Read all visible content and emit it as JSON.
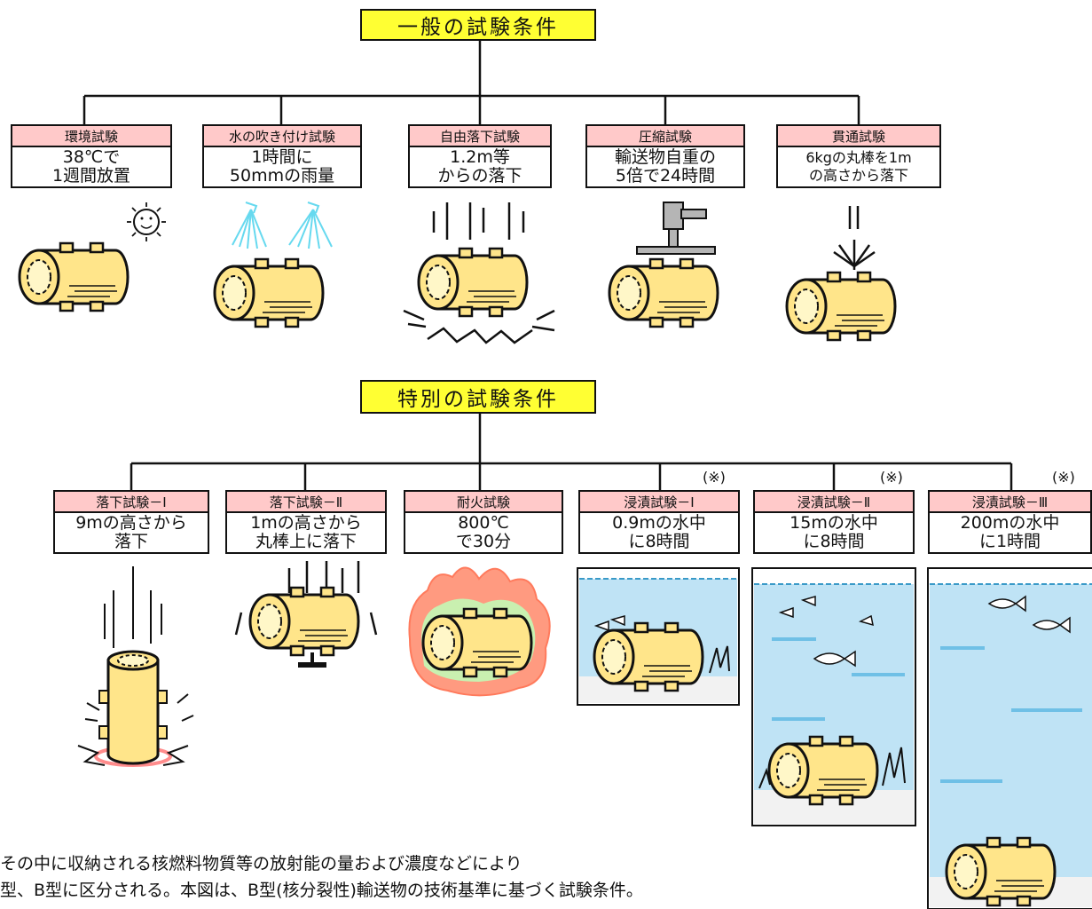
{
  "general": {
    "title": "一般の試験条件",
    "tests": [
      {
        "name": "環境試験",
        "line1": "38℃で",
        "line2": "1週間放置",
        "icon": "sun-icon"
      },
      {
        "name": "水の吹き付け試験",
        "line1": "1時間に",
        "line2": "50mmの雨量",
        "icon": "water-spray-icon"
      },
      {
        "name": "自由落下試験",
        "line1": "1.2m等",
        "line2": "からの落下",
        "icon": "drop-impact-icon"
      },
      {
        "name": "圧縮試験",
        "line1": "輸送物自重の",
        "line2": "5倍で24時間",
        "icon": "press-icon"
      },
      {
        "name": "貫通試験",
        "line1": "6kgの丸棒を1m",
        "line2": "の高さから落下",
        "icon": "rod-penetration-icon"
      }
    ]
  },
  "special": {
    "title": "特別の試験条件",
    "tests": [
      {
        "name": "落下試験－Ⅰ",
        "line1": "9mの高さから",
        "line2": "落下",
        "note": ""
      },
      {
        "name": "落下試験－Ⅱ",
        "line1": "1mの高さから",
        "line2": "丸棒上に落下",
        "note": ""
      },
      {
        "name": "耐火試験",
        "line1": "800℃",
        "line2": "で30分",
        "note": ""
      },
      {
        "name": "浸漬試験－Ⅰ",
        "line1": "0.9mの水中",
        "line2": "に8時間",
        "note": "(※)"
      },
      {
        "name": "浸漬試験－Ⅱ",
        "line1": "15mの水中",
        "line2": "に8時間",
        "note": "(※)"
      },
      {
        "name": "浸漬試験－Ⅲ",
        "line1": "200mの水中",
        "line2": "に1時間",
        "note": "(※)"
      }
    ]
  },
  "footnote": {
    "line1": "その中に収納される核燃料物質等の放射能の量および濃度などにより",
    "line2": "型、B型に区分される。本図は、B型(核分裂性)輸送物の技術基準に基づく試験条件。"
  },
  "colors": {
    "title_fill": "#ffff33",
    "header_fill": "#ffc9c9",
    "cask_fill": "#ffe58a",
    "water": "#bfe3f5",
    "flame_outer": "#ff9a80",
    "flame_inner": "#c9f0b0"
  }
}
